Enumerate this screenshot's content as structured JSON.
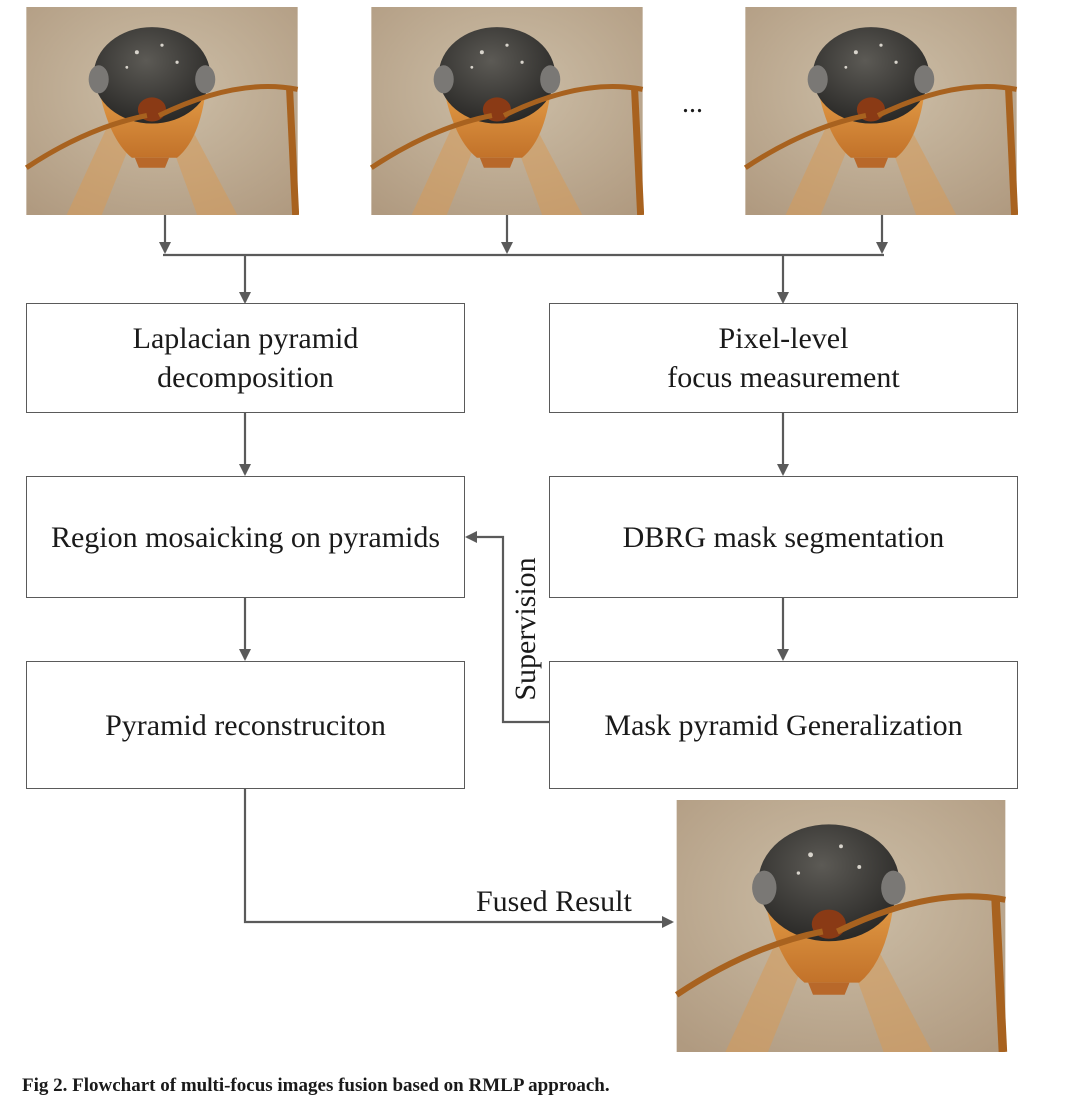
{
  "nodes": {
    "laplacian": "Laplacian pyramid\ndecomposition",
    "pixel_focus": "Pixel-level\nfocus measurement",
    "mosaicking": "Region mosaicking on pyramids",
    "dbrg": "DBRG mask segmentation",
    "reconstruction": "Pyramid reconstruciton",
    "mask_pyramid": "Mask pyramid Generalization"
  },
  "edge_labels": {
    "supervision": "Supervision",
    "fused_result": "Fused Result"
  },
  "ellipsis": "...",
  "caption": "Fig 2.  Flowchart of multi-focus images fusion based on RMLP approach.",
  "colors": {
    "line": "#5a5a5a",
    "photo_bg": "#c2b39c",
    "ant_head": "#3e3d3a",
    "ant_body": "#d98a35",
    "antenna": "#a8621f"
  }
}
